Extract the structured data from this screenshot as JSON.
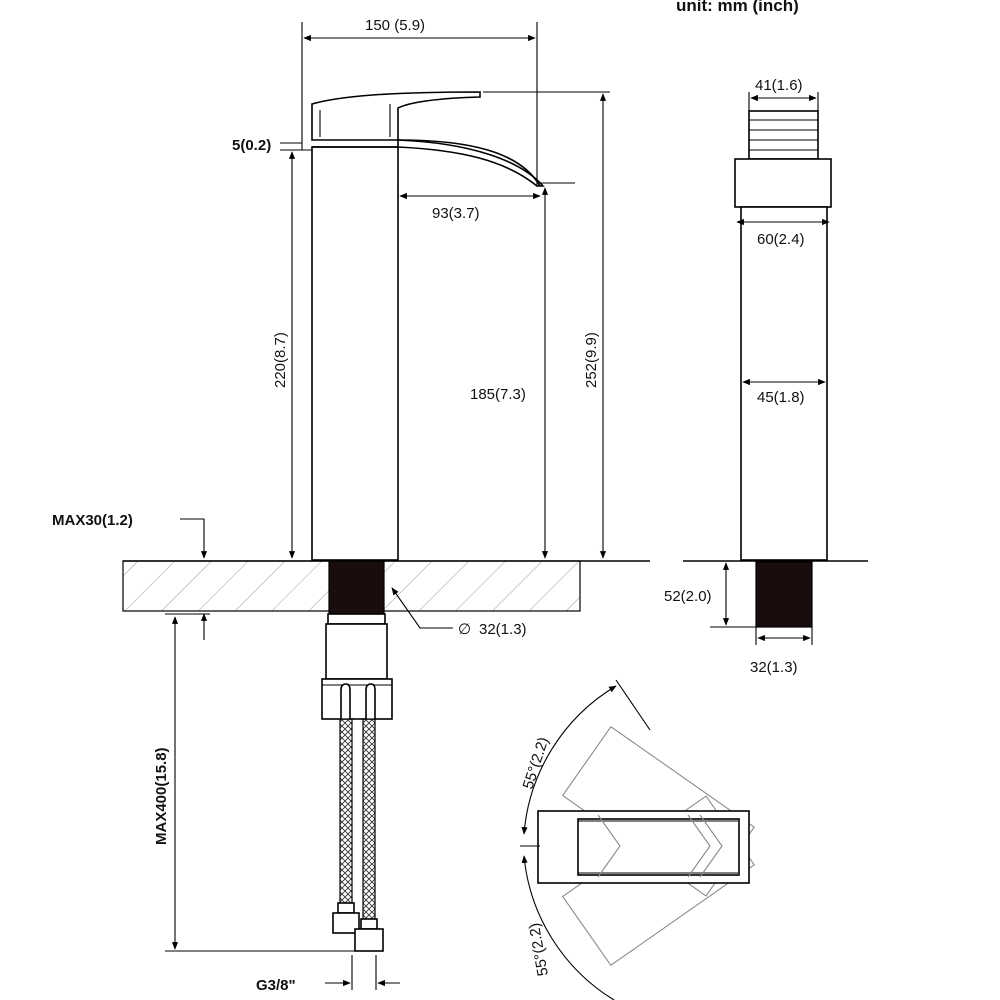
{
  "unit_label": "unit: mm (inch)",
  "dimensions": {
    "overall_width": "150  (5.9)",
    "top_handle_width": "41(1.6)",
    "base_thickness": "5(0.2)",
    "spout_reach": "93(3.7)",
    "body_width_top": "60(2.4)",
    "body_height": "220(8.7)",
    "spout_height": "185(7.3)",
    "overall_height": "252(9.9)",
    "body_width": "45(1.8)",
    "max_deck": "MAX30(1.2)",
    "shank_length": "52(2.0)",
    "hole_diameter": "32(1.3)",
    "shank_diameter": "32(1.3)",
    "hose_length": "MAX400(15.8)",
    "angle_upper": "55°(2.2)",
    "angle_lower": "55°(2.2)",
    "hose_thread": "G3/8\""
  },
  "symbols": {
    "diameter": "∅"
  }
}
